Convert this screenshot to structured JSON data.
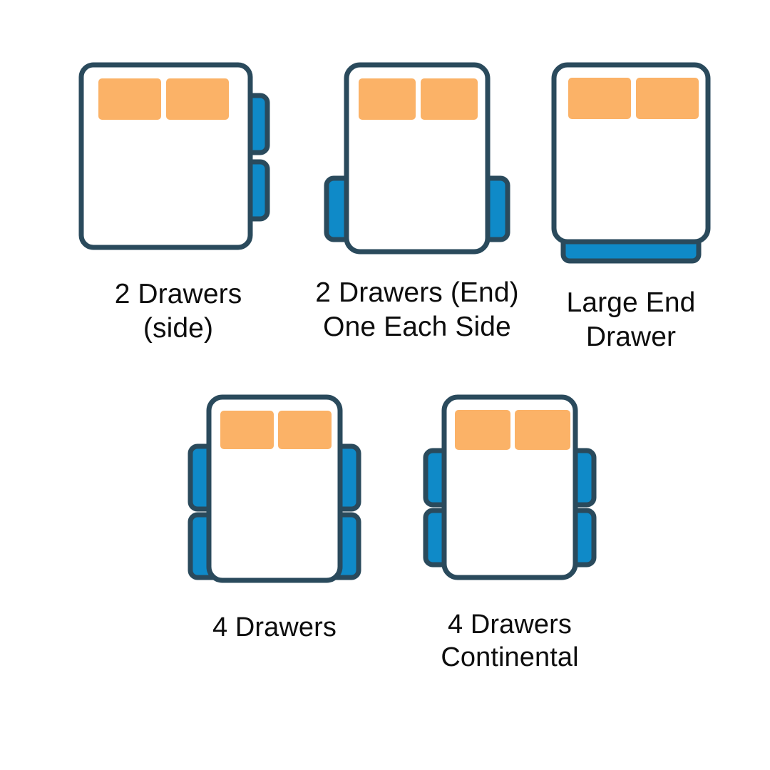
{
  "page": {
    "background_color": "#ffffff",
    "title": "Bed drawer configuration diagrams"
  },
  "palette": {
    "outline": "#2a4a5c",
    "drawer_fill": "#0f8ac8",
    "mattress_fill": "#ffffff",
    "pillow_fill": "#fbb267",
    "label_color": "#0d0d0d"
  },
  "diagrams": [
    {
      "id": "two-drawers-side",
      "label": "2 Drawers\n(side)",
      "label_lines": [
        "2 Drawers",
        "(side)"
      ],
      "pillow_count": 2,
      "drawer_count": 2,
      "drawer_positions": [
        "right-upper",
        "right-lower"
      ],
      "drawer_style": "side"
    },
    {
      "id": "two-drawers-end-one-each-side",
      "label": "2 Drawers (End)\nOne Each Side",
      "label_lines": [
        "2 Drawers (End)",
        "One Each Side"
      ],
      "pillow_count": 2,
      "drawer_count": 2,
      "drawer_positions": [
        "left-foot",
        "right-foot"
      ],
      "drawer_style": "side-foot"
    },
    {
      "id": "large-end-drawer",
      "label": "Large End\nDrawer",
      "label_lines": [
        "Large End",
        "Drawer"
      ],
      "pillow_count": 2,
      "drawer_count": 1,
      "drawer_positions": [
        "foot-full-width"
      ],
      "drawer_style": "end"
    },
    {
      "id": "four-drawers",
      "label": "4 Drawers",
      "label_lines": [
        "4 Drawers"
      ],
      "pillow_count": 2,
      "drawer_count": 4,
      "drawer_positions": [
        "left-upper",
        "left-lower",
        "right-upper",
        "right-lower"
      ],
      "drawer_style": "side"
    },
    {
      "id": "four-drawers-continental",
      "label": "4 Drawers\nContinental",
      "label_lines": [
        "4 Drawers",
        "Continental"
      ],
      "pillow_count": 2,
      "drawer_count": 4,
      "drawer_positions": [
        "left-upper",
        "left-lower",
        "right-upper",
        "right-lower"
      ],
      "drawer_style": "side-continental"
    }
  ]
}
